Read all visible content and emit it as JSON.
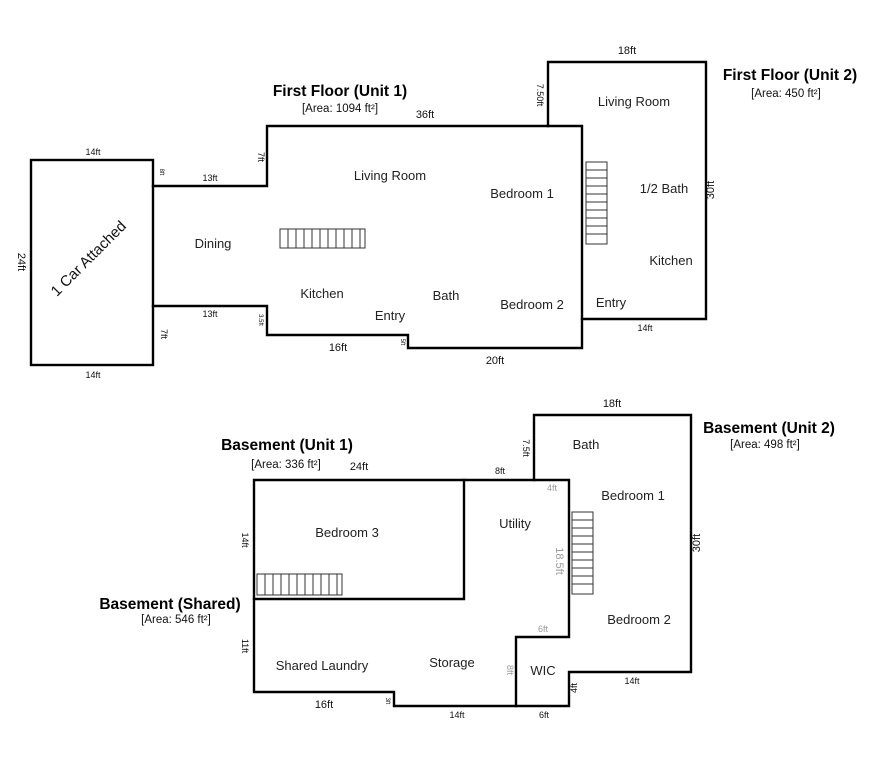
{
  "first_floor_unit1": {
    "title": "First Floor (Unit 1)",
    "area": "[Area: 1094 ft²]",
    "rooms": {
      "living_room": "Living Room",
      "dining": "Dining",
      "kitchen": "Kitchen",
      "entry": "Entry",
      "bath": "Bath",
      "bedroom_1": "Bedroom 1",
      "bedroom_2": "Bedroom 2"
    },
    "dims": {
      "top": "36ft",
      "upper_left": "13ft",
      "lower_left": "13ft",
      "step_top": "7ft",
      "step_bottom": "3.5ft",
      "bottom_left": "16ft",
      "bottom_step": "5ft",
      "bottom_right": "20ft",
      "connector_left": "8ft",
      "connector_bottom": "7ft"
    }
  },
  "garage": {
    "label": "1 Car Attached",
    "dims": {
      "top": "14ft",
      "bottom": "14ft",
      "side": "24ft"
    }
  },
  "first_floor_unit2": {
    "title": "First Floor (Unit 2)",
    "area": "[Area: 450 ft²]",
    "rooms": {
      "living_room": "Living Room",
      "half_bath": "1/2 Bath",
      "kitchen": "Kitchen",
      "entry": "Entry"
    },
    "dims": {
      "top": "18ft",
      "left": "7.50ft",
      "right": "30ft",
      "bottom": "14ft"
    }
  },
  "basement_unit1": {
    "title": "Basement (Unit 1)",
    "area": "[Area: 336 ft²]",
    "rooms": {
      "bedroom_3": "Bedroom 3",
      "utility": "Utility"
    },
    "dims": {
      "top": "24ft",
      "left": "14ft",
      "utility_top": "8ft"
    }
  },
  "basement_unit2": {
    "title": "Basement (Unit 2)",
    "area": "[Area: 498 ft²]",
    "rooms": {
      "bath": "Bath",
      "bedroom_1": "Bedroom 1",
      "bedroom_2": "Bedroom 2",
      "wic": "WIC"
    },
    "dims": {
      "top": "18ft",
      "left": "7.5ft",
      "right": "30ft",
      "bottom": "14ft",
      "step": "4ft",
      "inner_top": "4ft",
      "inner_side": "18.5ft",
      "inner_bottom": "6ft",
      "wic_bottom": "6ft",
      "wic_side": "8ft"
    }
  },
  "basement_shared": {
    "title": "Basement (Shared)",
    "area": "[Area: 546 ft²]",
    "rooms": {
      "shared_laundry": "Shared Laundry",
      "storage": "Storage"
    },
    "dims": {
      "left": "11ft",
      "bottom_left": "16ft",
      "bottom_step": "3ft",
      "bottom_right": "14ft"
    }
  }
}
